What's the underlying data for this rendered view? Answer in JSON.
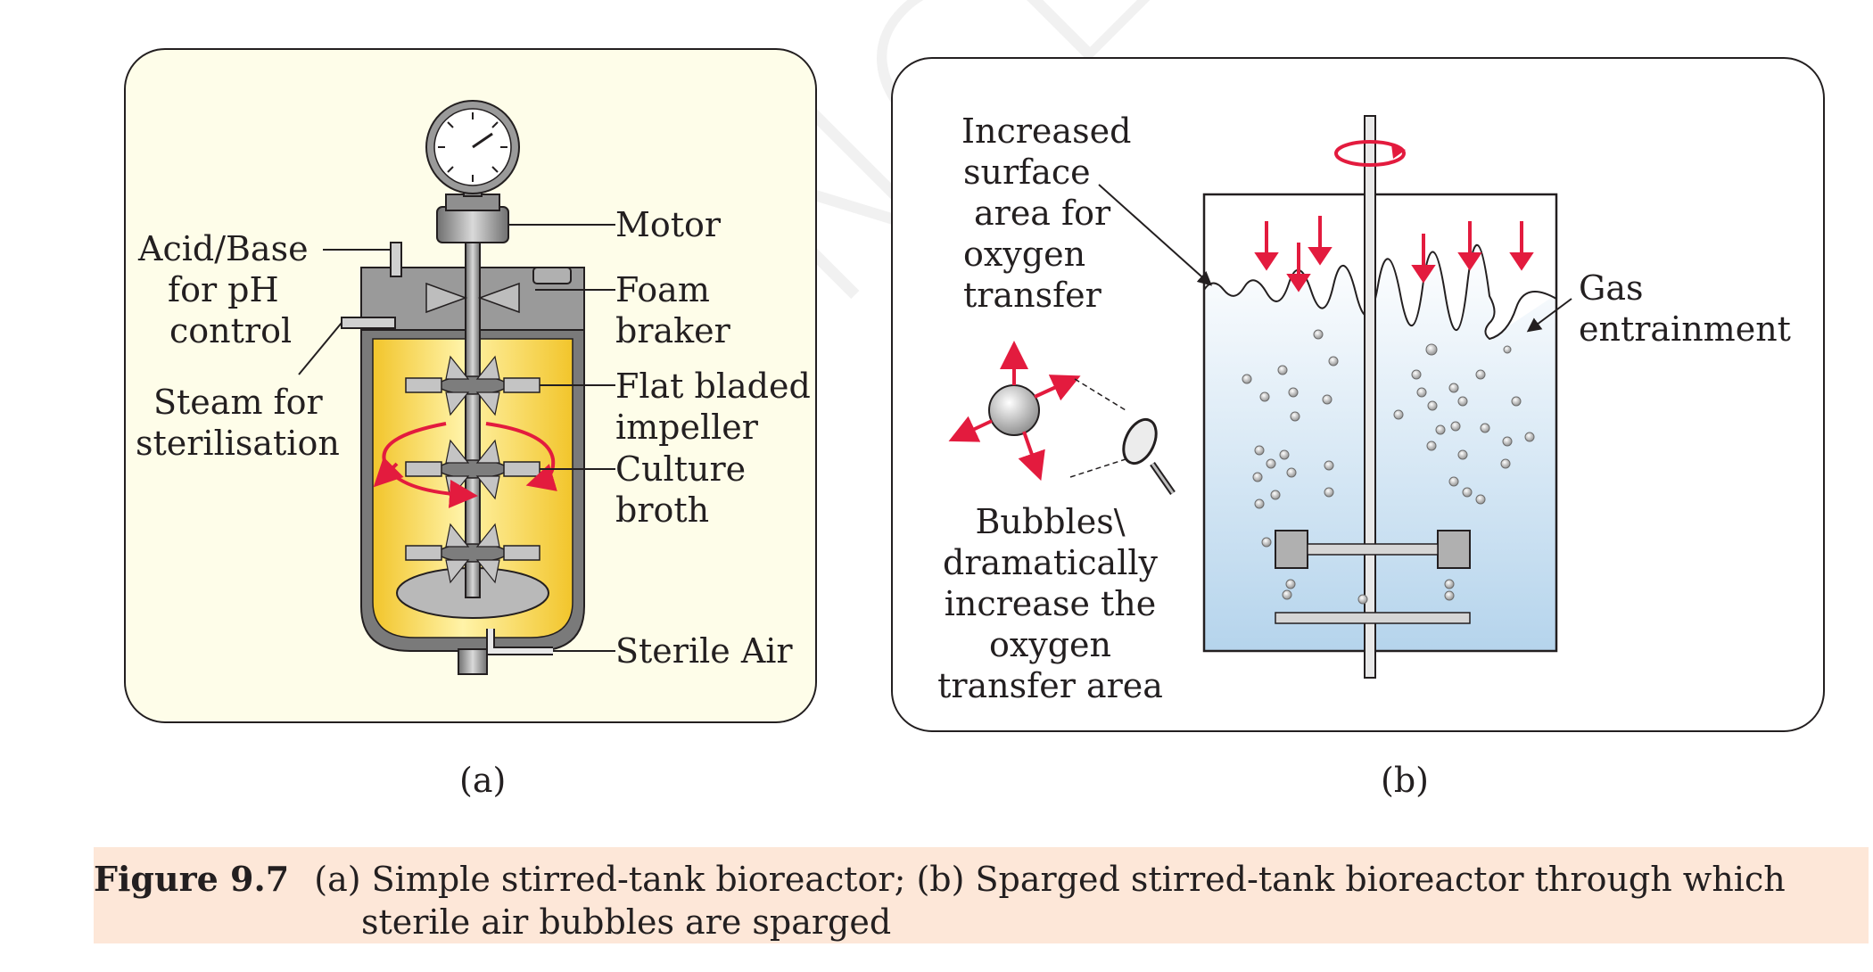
{
  "panel_a": {
    "labels": {
      "acid_base": [
        "Acid/Base",
        "for pH",
        "control"
      ],
      "steam": [
        "Steam for",
        "sterilisation"
      ],
      "motor": "Motor",
      "foam": [
        "Foam",
        "braker"
      ],
      "impeller": [
        "Flat bladed",
        "impeller"
      ],
      "culture": [
        "Culture",
        "broth"
      ],
      "sterile_air": "Sterile Air"
    },
    "sublabel": "(a)"
  },
  "panel_b": {
    "labels": {
      "surface": [
        "Increased",
        "surface",
        "area for",
        "oxygen",
        "transfer"
      ],
      "gas": [
        "Gas",
        "entrainment"
      ],
      "bubbles": [
        "Bubbles\\",
        "dramatically",
        "increase the",
        "oxygen",
        "transfer area"
      ]
    },
    "sublabel": "(b)"
  },
  "watermark": "© NCERT",
  "caption": {
    "figure": "Figure 9.7",
    "text_line1": "(a) Simple stirred-tank bioreactor; (b) Sparged stirred-tank bioreactor through which",
    "text_line2": "sterile air bubbles are sparged"
  },
  "colors": {
    "panel_a_bg": "#fefde9",
    "panel_b_bg": "#ffffff",
    "broth": "#f8d44a",
    "arrow_red": "#e31b3e",
    "water_blue": "#bcd9ef"
  }
}
